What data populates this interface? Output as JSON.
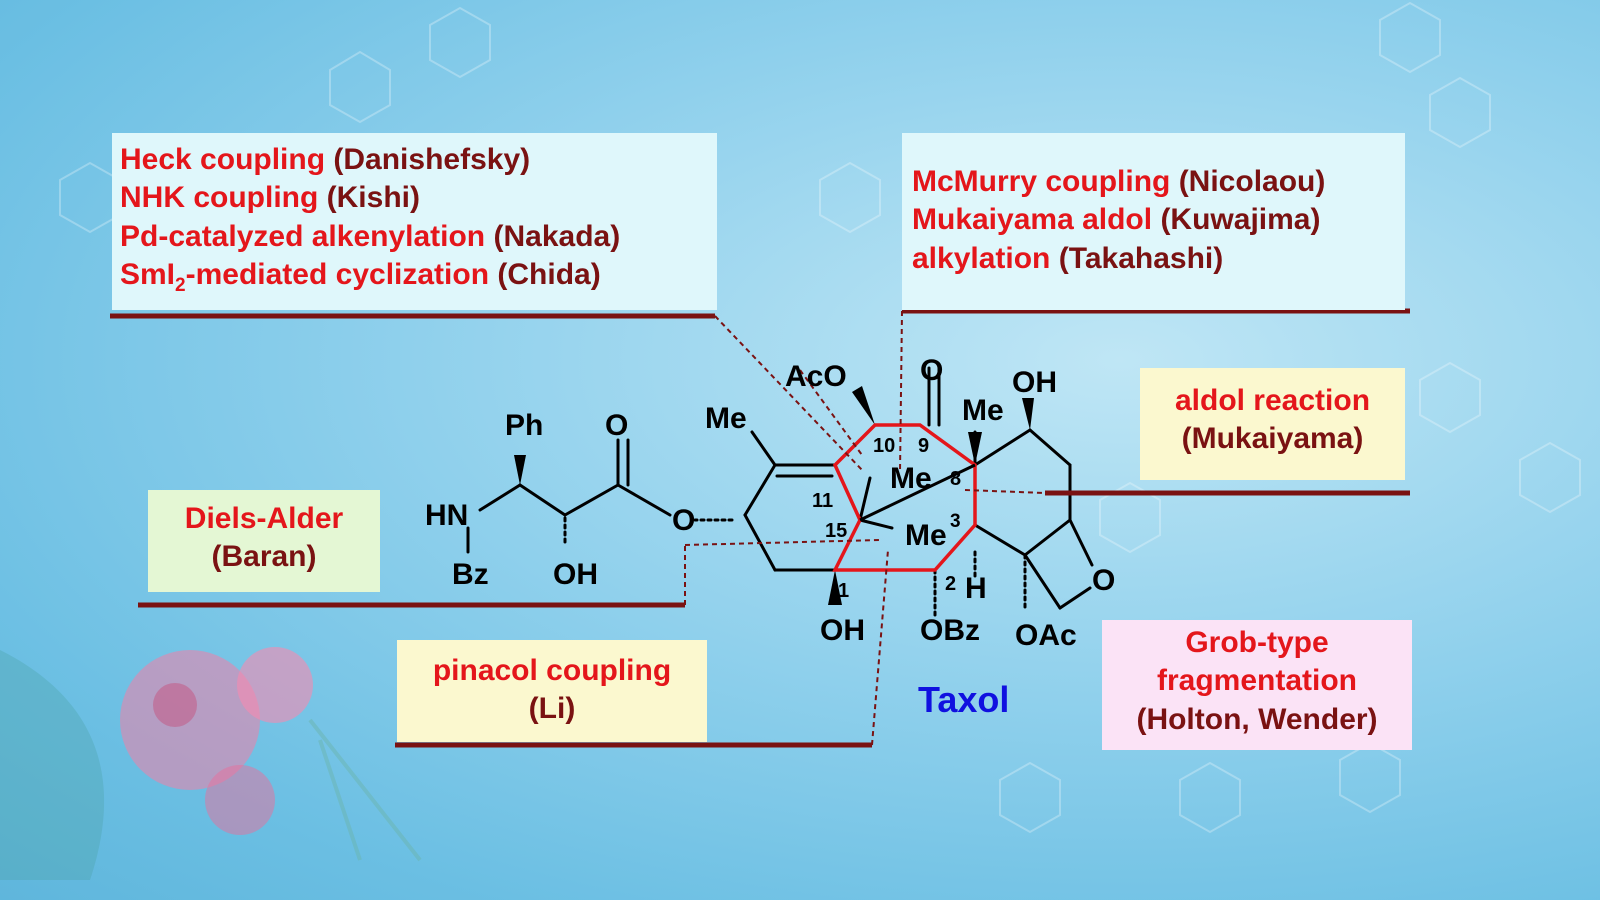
{
  "boxes": {
    "top_left": [
      {
        "method": "Heck coupling",
        "author": "(Danishefsky)"
      },
      {
        "method": "NHK coupling",
        "author": "(Kishi)"
      },
      {
        "method": "Pd-catalyzed alkenylation",
        "author": "(Nakada)"
      },
      {
        "method_pre": "SmI",
        "method_sub": "2",
        "method_post": "-mediated cyclization",
        "author": "(Chida)"
      }
    ],
    "top_right": [
      {
        "method": "McMurry coupling",
        "author": "(Nicolaou)"
      },
      {
        "method": "Mukaiyama aldol",
        "author": "(Kuwajima)"
      },
      {
        "method": "alkylation",
        "author": "(Takahashi)"
      }
    ],
    "aldol": {
      "method": "aldol reaction",
      "author": "(Mukaiyama)"
    },
    "diels_alder": {
      "method": "Diels-Alder",
      "author": "(Baran)"
    },
    "pinacol": {
      "method": "pinacol coupling",
      "author": "(Li)"
    },
    "grob": {
      "method_line1": "Grob-type",
      "method_line2": "fragmentation",
      "author": "(Holton, Wender)"
    }
  },
  "molecule": {
    "name": "Taxol",
    "labels": {
      "aco": "AcO",
      "ketone_o": "O",
      "oh_top": "OH",
      "me_top": "Me",
      "me_left": "Me",
      "me_center": "Me",
      "me_center2": "Me",
      "sup3": "3",
      "ph": "Ph",
      "amide_o": "O",
      "hn": "HN",
      "bz": "Bz",
      "oh_side": "OH",
      "ester_o": "O",
      "oh_bottom": "OH",
      "obz": "OBz",
      "h": "H",
      "oac": "OAc",
      "oxetane_o": "O"
    },
    "positions": {
      "p10": "10",
      "p9": "9",
      "p8": "8",
      "p11": "11",
      "p15": "15",
      "p1": "1",
      "p2": "2"
    }
  },
  "colors": {
    "method": "#e4161b",
    "author": "#7a1212",
    "title": "#1010e0",
    "ring": "#e4161b",
    "leader": "#7a1212"
  }
}
